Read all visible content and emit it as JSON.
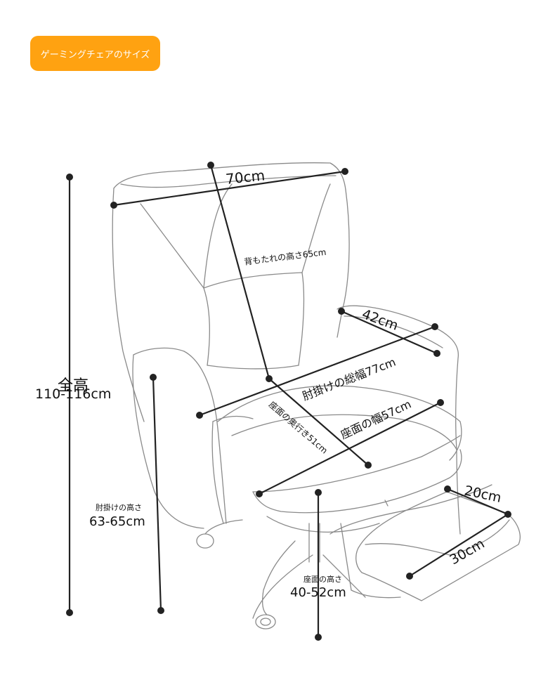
{
  "header": {
    "title": "ゲーミングチェアのサイズ"
  },
  "colors": {
    "badge": "#FFA211",
    "line": "#222222",
    "sketch": "#8a8a8a"
  },
  "dimensions": {
    "total_height_title": "全高",
    "total_height_value": "110-116cm",
    "top_width": "70cm",
    "backrest_height": "背もたれの高さ65cm",
    "armrest_length": "42cm",
    "overall_width": "肘掛けの総幅77cm",
    "seat_width": "座面の幅57cm",
    "seat_depth": "座面の奥行き51cm",
    "armrest_height_title": "肘掛けの高さ",
    "armrest_height_value": "63-65cm",
    "seat_height_title": "座面の高さ",
    "seat_height_value": "40-52cm",
    "footrest_depth": "20cm",
    "footrest_width": "30cm"
  }
}
